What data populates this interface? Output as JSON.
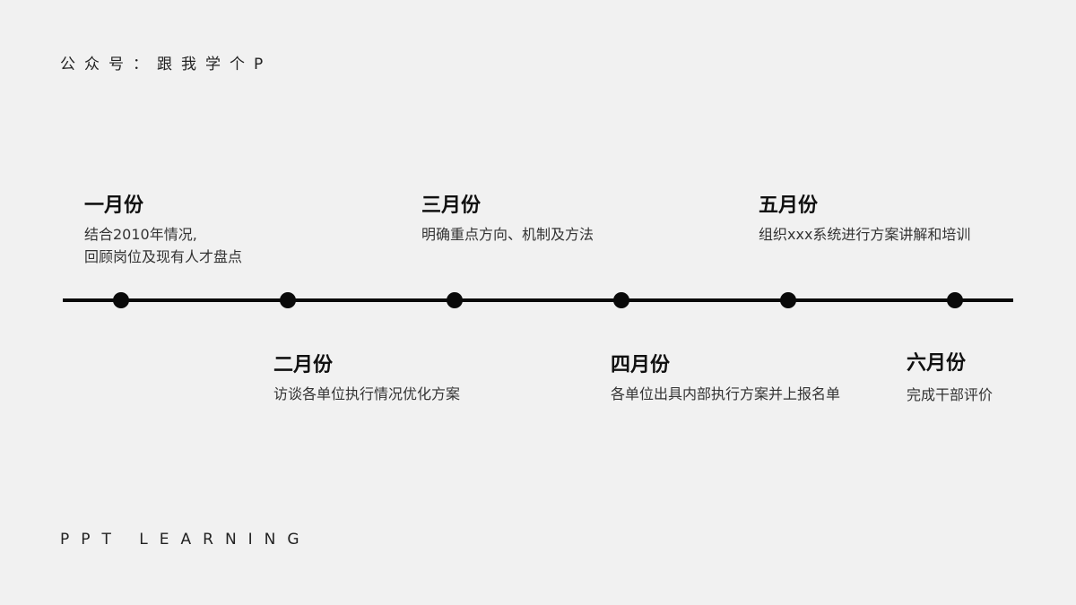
{
  "header": {
    "brand": "公众号：跟我学个P"
  },
  "footer": {
    "brand": "PPT LEARNING"
  },
  "timeline": {
    "events": [
      {
        "title": "一月份",
        "desc_lines": [
          "结合2010年情况,",
          "回顾岗位及现有人才盘点"
        ]
      },
      {
        "title": "二月份",
        "desc_lines": [
          "访谈各单位执行情况优化方案"
        ]
      },
      {
        "title": "三月份",
        "desc_lines": [
          "明确重点方向、机制及方法"
        ]
      },
      {
        "title": "四月份",
        "desc_lines": [
          "各单位出具内部执行方案并上报名单"
        ]
      },
      {
        "title": "五月份",
        "desc_lines": [
          "组织xxx系统进行方案讲解和培训"
        ]
      },
      {
        "title": "六月份",
        "desc_lines": [
          "完成干部评价"
        ]
      }
    ]
  }
}
